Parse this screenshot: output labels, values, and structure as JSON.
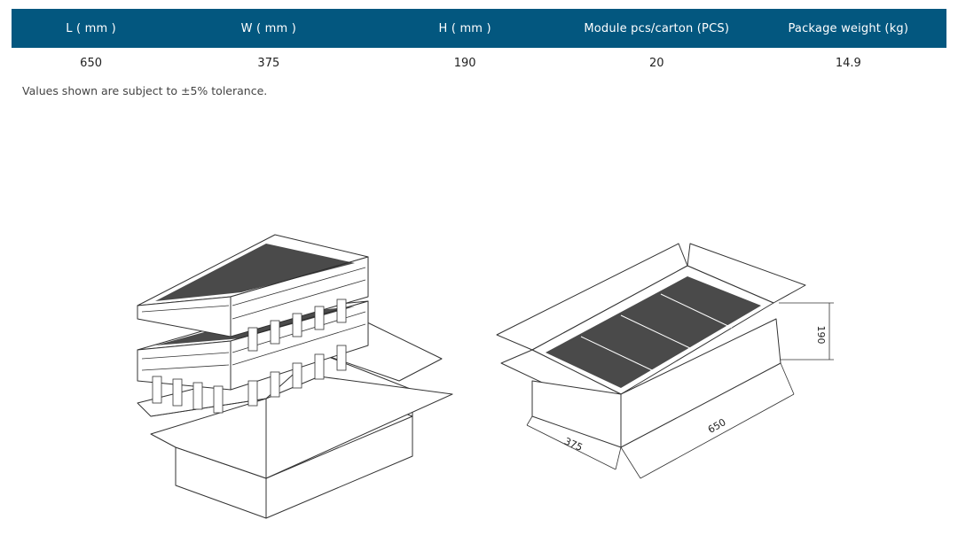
{
  "table": {
    "headers": [
      "L ( mm )",
      "W ( mm )",
      "H ( mm )",
      "Module pcs/carton (PCS)",
      "Package weight (kg)"
    ],
    "rows": [
      [
        "650",
        "375",
        "190",
        "20",
        "14.9"
      ]
    ]
  },
  "note": "Values shown are subject to  ±5% tolerance.",
  "drawing": {
    "dim_length": "650",
    "dim_width": "375",
    "dim_height": "190"
  },
  "colors": {
    "header_bg": "#03577f",
    "header_text": "#ffffff"
  }
}
